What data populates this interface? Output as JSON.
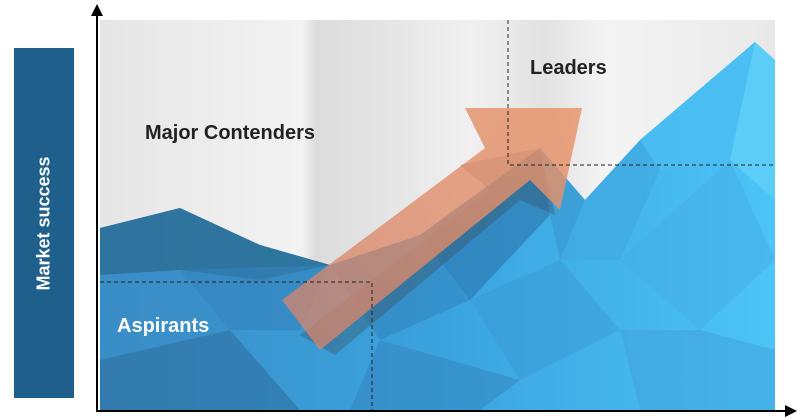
{
  "y_axis": {
    "label": "Market success"
  },
  "quadrants": {
    "leaders": "Leaders",
    "major_contenders": "Major Contenders",
    "aspirants": "Aspirants"
  },
  "colors": {
    "label_box": "#1f5f8b",
    "arrow": "#e08a60",
    "mountain_light": "#4ec3f5",
    "mountain_mid": "#3a9fd9",
    "mountain_dark": "#2c6f96"
  },
  "icons": {
    "arrow": "upward-trend-arrow"
  }
}
